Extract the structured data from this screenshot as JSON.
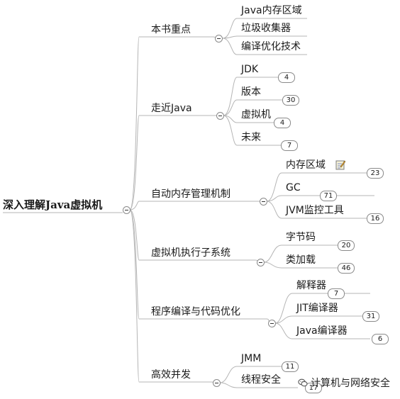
{
  "root": {
    "label": "深入理解Java虚拟机"
  },
  "branches": [
    {
      "label": "本书重点",
      "children": [
        {
          "label": "Java内存区域"
        },
        {
          "label": "垃圾收集器"
        },
        {
          "label": "编译优化技术"
        }
      ]
    },
    {
      "label": "走近Java",
      "children": [
        {
          "label": "JDK",
          "count": "4"
        },
        {
          "label": "版本",
          "count": "30"
        },
        {
          "label": "虚拟机",
          "count": "4"
        },
        {
          "label": "未来",
          "count": "7"
        }
      ]
    },
    {
      "label": "自动内存管理机制",
      "children": [
        {
          "label": "内存区域",
          "count": "23",
          "note_icon": "note-edit-icon"
        },
        {
          "label": "GC",
          "count": "71"
        },
        {
          "label": "JVM监控工具",
          "count": "16"
        }
      ]
    },
    {
      "label": "虚拟机执行子系统",
      "children": [
        {
          "label": "字节码",
          "count": "20"
        },
        {
          "label": "类加载",
          "count": "46"
        }
      ]
    },
    {
      "label": "程序编译与代码优化",
      "children": [
        {
          "label": "解释器",
          "count": "7"
        },
        {
          "label": "JIT编译器",
          "count": "31"
        },
        {
          "label": "Java编译器",
          "count": "6"
        }
      ]
    },
    {
      "label": "高效并发",
      "children": [
        {
          "label": "JMM",
          "count": "11"
        },
        {
          "label": "线程安全",
          "count": "17"
        }
      ]
    }
  ],
  "watermark": {
    "text": "计算机与网络安全",
    "icon": "wechat-icon"
  },
  "colors": {
    "line": "#b5b5b5",
    "text": "#1a1a1a"
  }
}
